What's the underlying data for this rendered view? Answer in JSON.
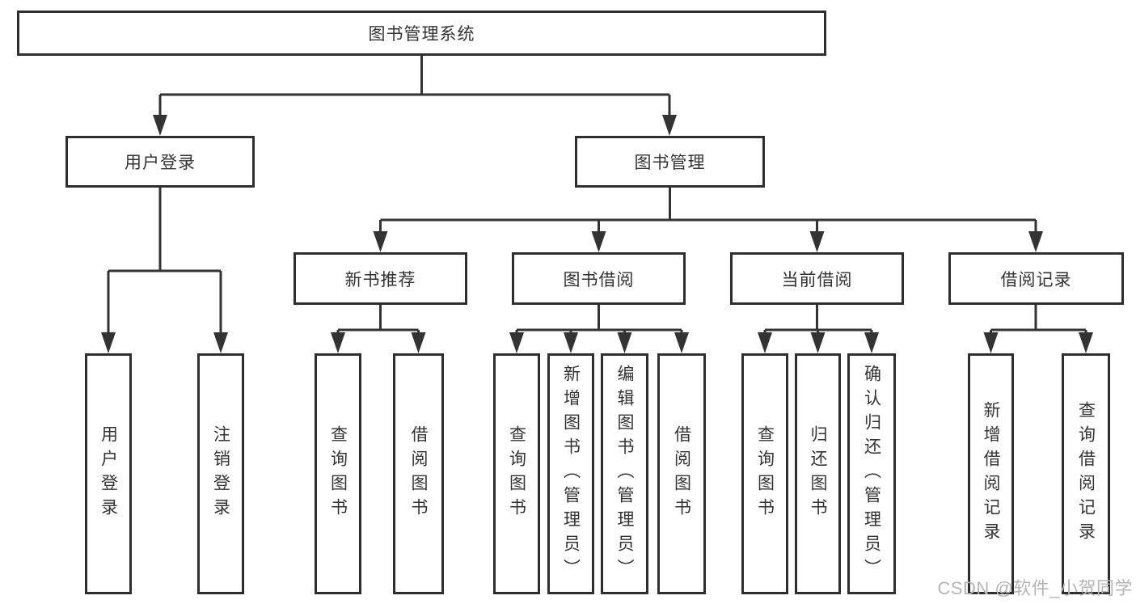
{
  "diagram": {
    "colors": {
      "line": "#333333",
      "box_border": "#2e2e2e",
      "text": "#333333",
      "background": "#ffffff",
      "watermark_text_color": "#b5b5b5"
    },
    "tree": {
      "label": "图书管理系统",
      "children": [
        {
          "label": "用户登录",
          "children": [
            {
              "label": "用户登录"
            },
            {
              "label": "注销登录"
            }
          ]
        },
        {
          "label": "图书管理",
          "children": [
            {
              "label": "新书推荐",
              "children": [
                {
                  "label": "查询图书"
                },
                {
                  "label": "借阅图书"
                }
              ]
            },
            {
              "label": "图书借阅",
              "children": [
                {
                  "label": "查询图书"
                },
                {
                  "label": "新增图书（管理员）"
                },
                {
                  "label": "编辑图书（管理员）"
                },
                {
                  "label": "借阅图书"
                }
              ]
            },
            {
              "label": "当前借阅",
              "children": [
                {
                  "label": "查询图书"
                },
                {
                  "label": "归还图书"
                },
                {
                  "label": "确认归还（管理员）"
                }
              ]
            },
            {
              "label": "借阅记录",
              "children": [
                {
                  "label": "新增借阅记录"
                },
                {
                  "label": "查询借阅记录"
                }
              ]
            }
          ]
        }
      ]
    },
    "watermark": "CSDN @软件_小贺同学"
  }
}
